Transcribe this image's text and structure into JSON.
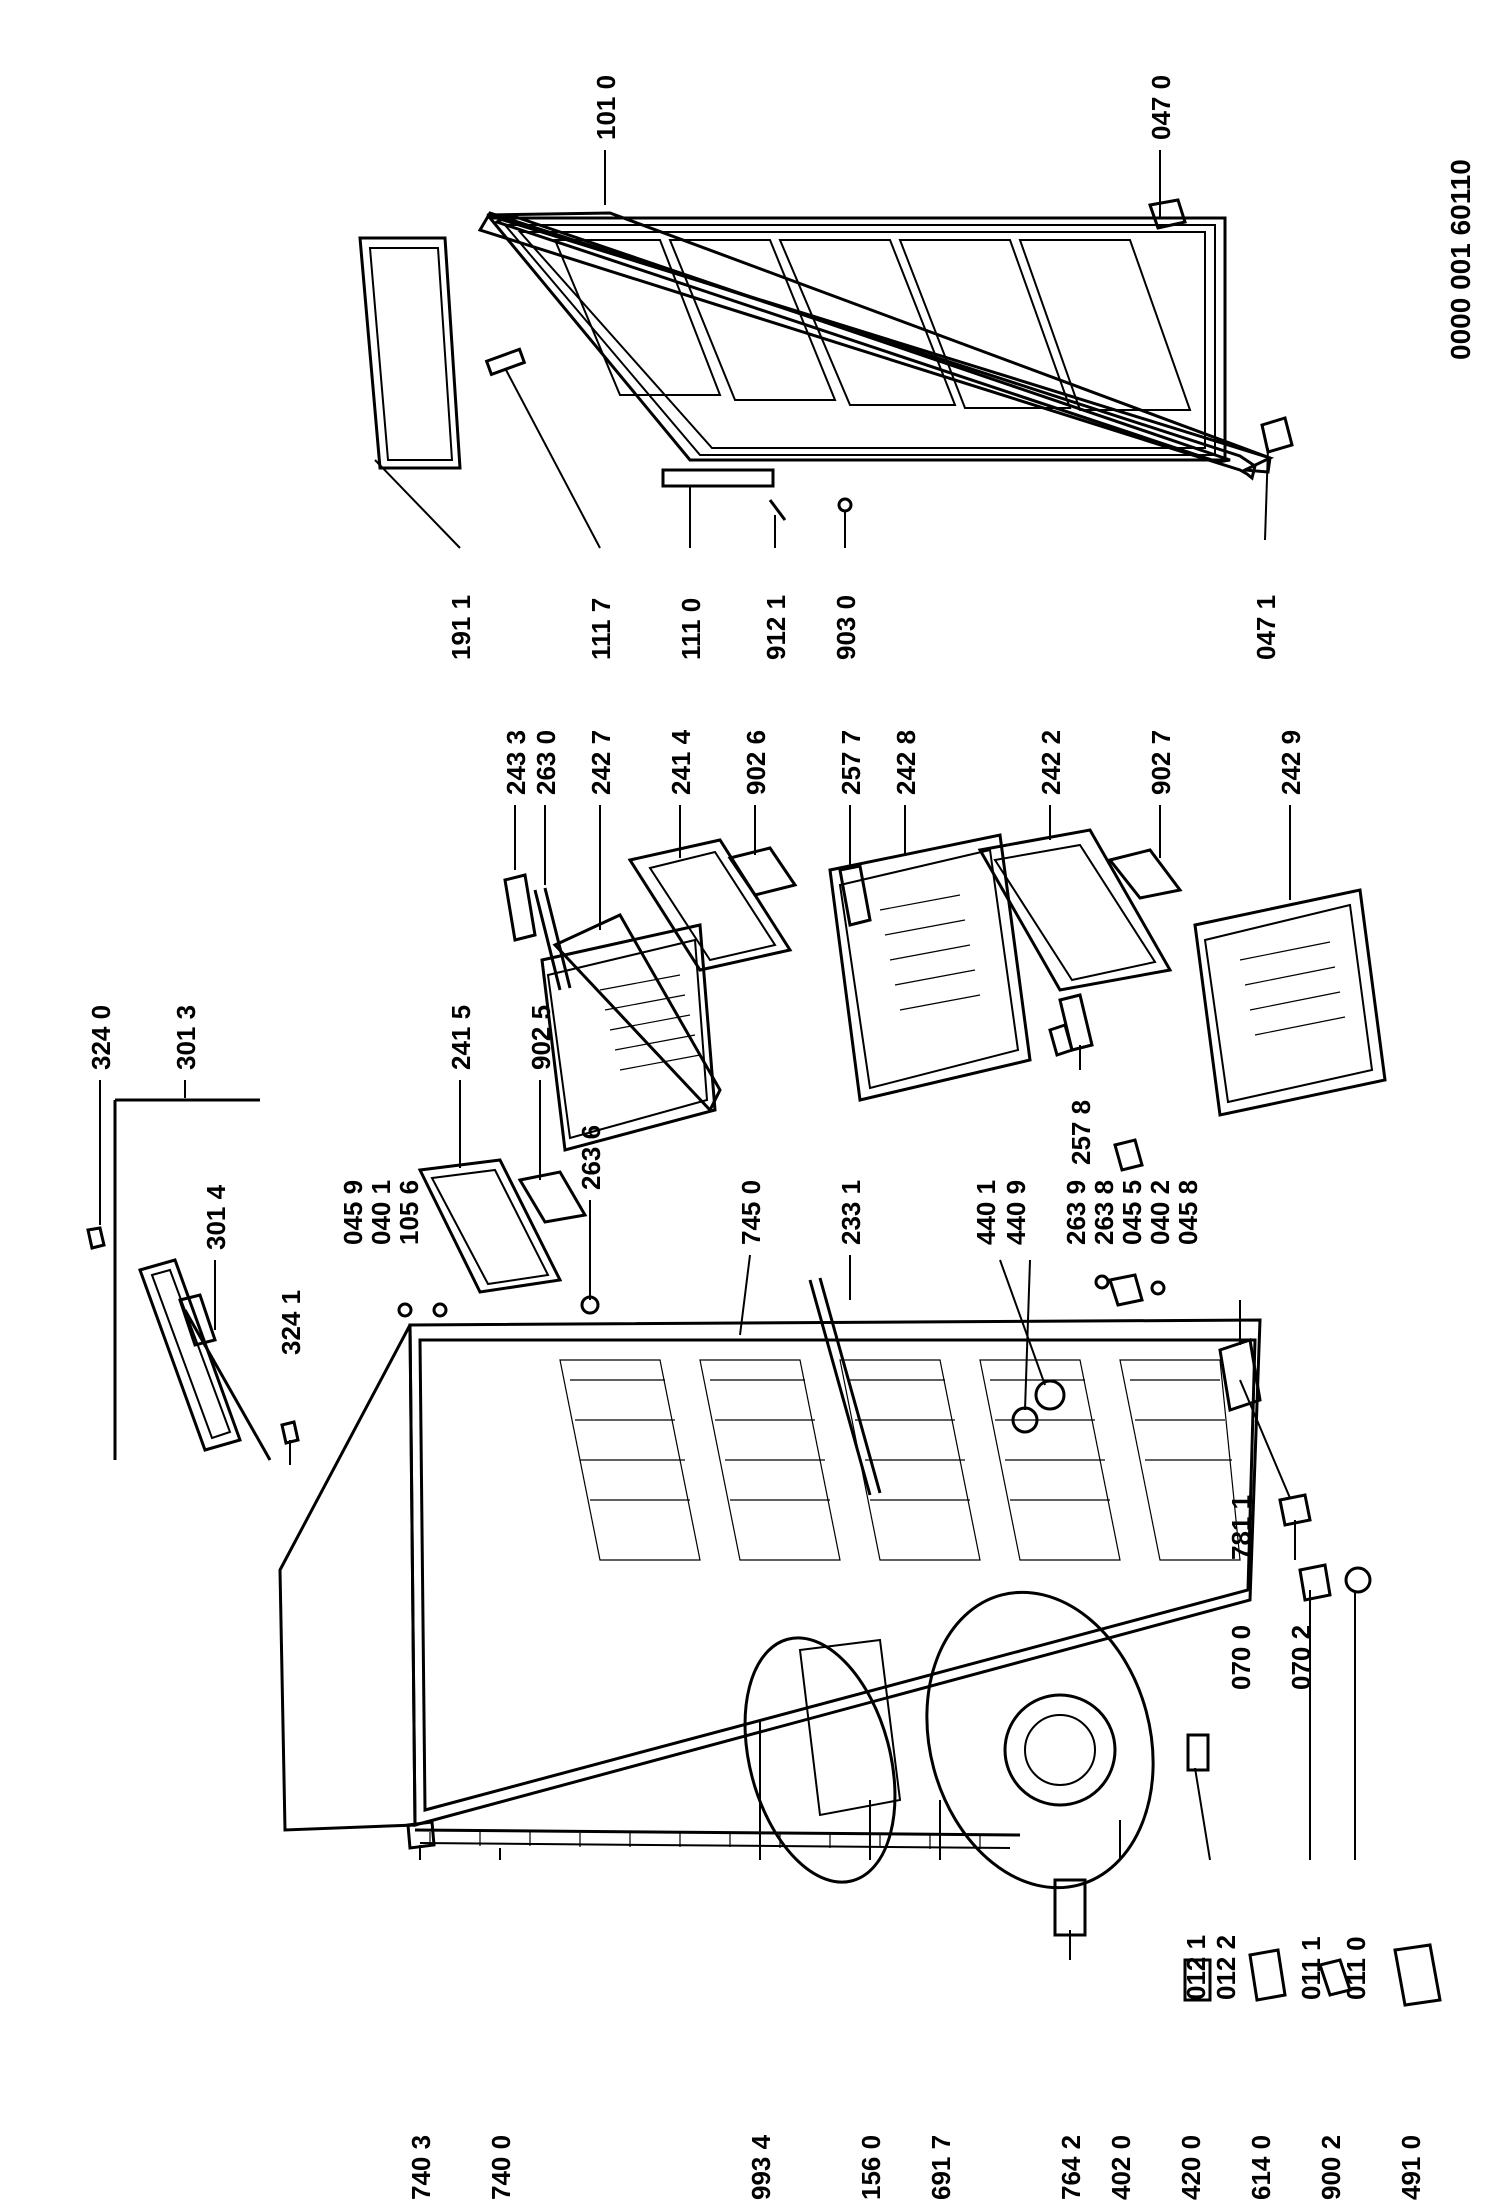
{
  "drawing_number": "0000 001 60110",
  "labels": {
    "p1010": "101 0",
    "p0470": "047 0",
    "p0471": "047 1",
    "p1911": "191 1",
    "p1117": "111 7",
    "p1110": "111 0",
    "p9121": "912 1",
    "p9030": "903 0",
    "p2433": "243 3",
    "p2630": "263 0",
    "p2427": "242 7",
    "p2414": "241 4",
    "p9026": "902 6",
    "p2577": "257 7",
    "p2428": "242 8",
    "p2422": "242 2",
    "p9027": "902 7",
    "p2429": "242 9",
    "p2578": "257 8",
    "p2415": "241 5",
    "p9025": "902 5",
    "p2636": "263 6",
    "p0459": "045 9",
    "p0401": "040 1",
    "p1056": "105 6",
    "p3240": "324 0",
    "p3013": "301 3",
    "p3014": "301 4",
    "p3241": "324 1",
    "p7450": "745 0",
    "p2331": "233 1",
    "p4401": "440 1",
    "p4409": "440 9",
    "p2639": "263 9",
    "p2638": "263 8",
    "p0455": "045 5",
    "p0402": "040 2",
    "p0458": "045 8",
    "p7811": "781 1",
    "p0700": "070 0",
    "p0702": "070 2",
    "p0111": "011 1",
    "p0110": "011 0",
    "p0121": "012 1",
    "p0122": "012 2",
    "p7403": "740 3",
    "p7400": "740 0",
    "p9934": "993 4",
    "p1560": "156 0",
    "p6917": "691 7",
    "p7642": "764 2",
    "p4020": "402 0",
    "p4200": "420 0",
    "p6140": "614 0",
    "p9002": "900 2",
    "p4910": "491 0"
  }
}
